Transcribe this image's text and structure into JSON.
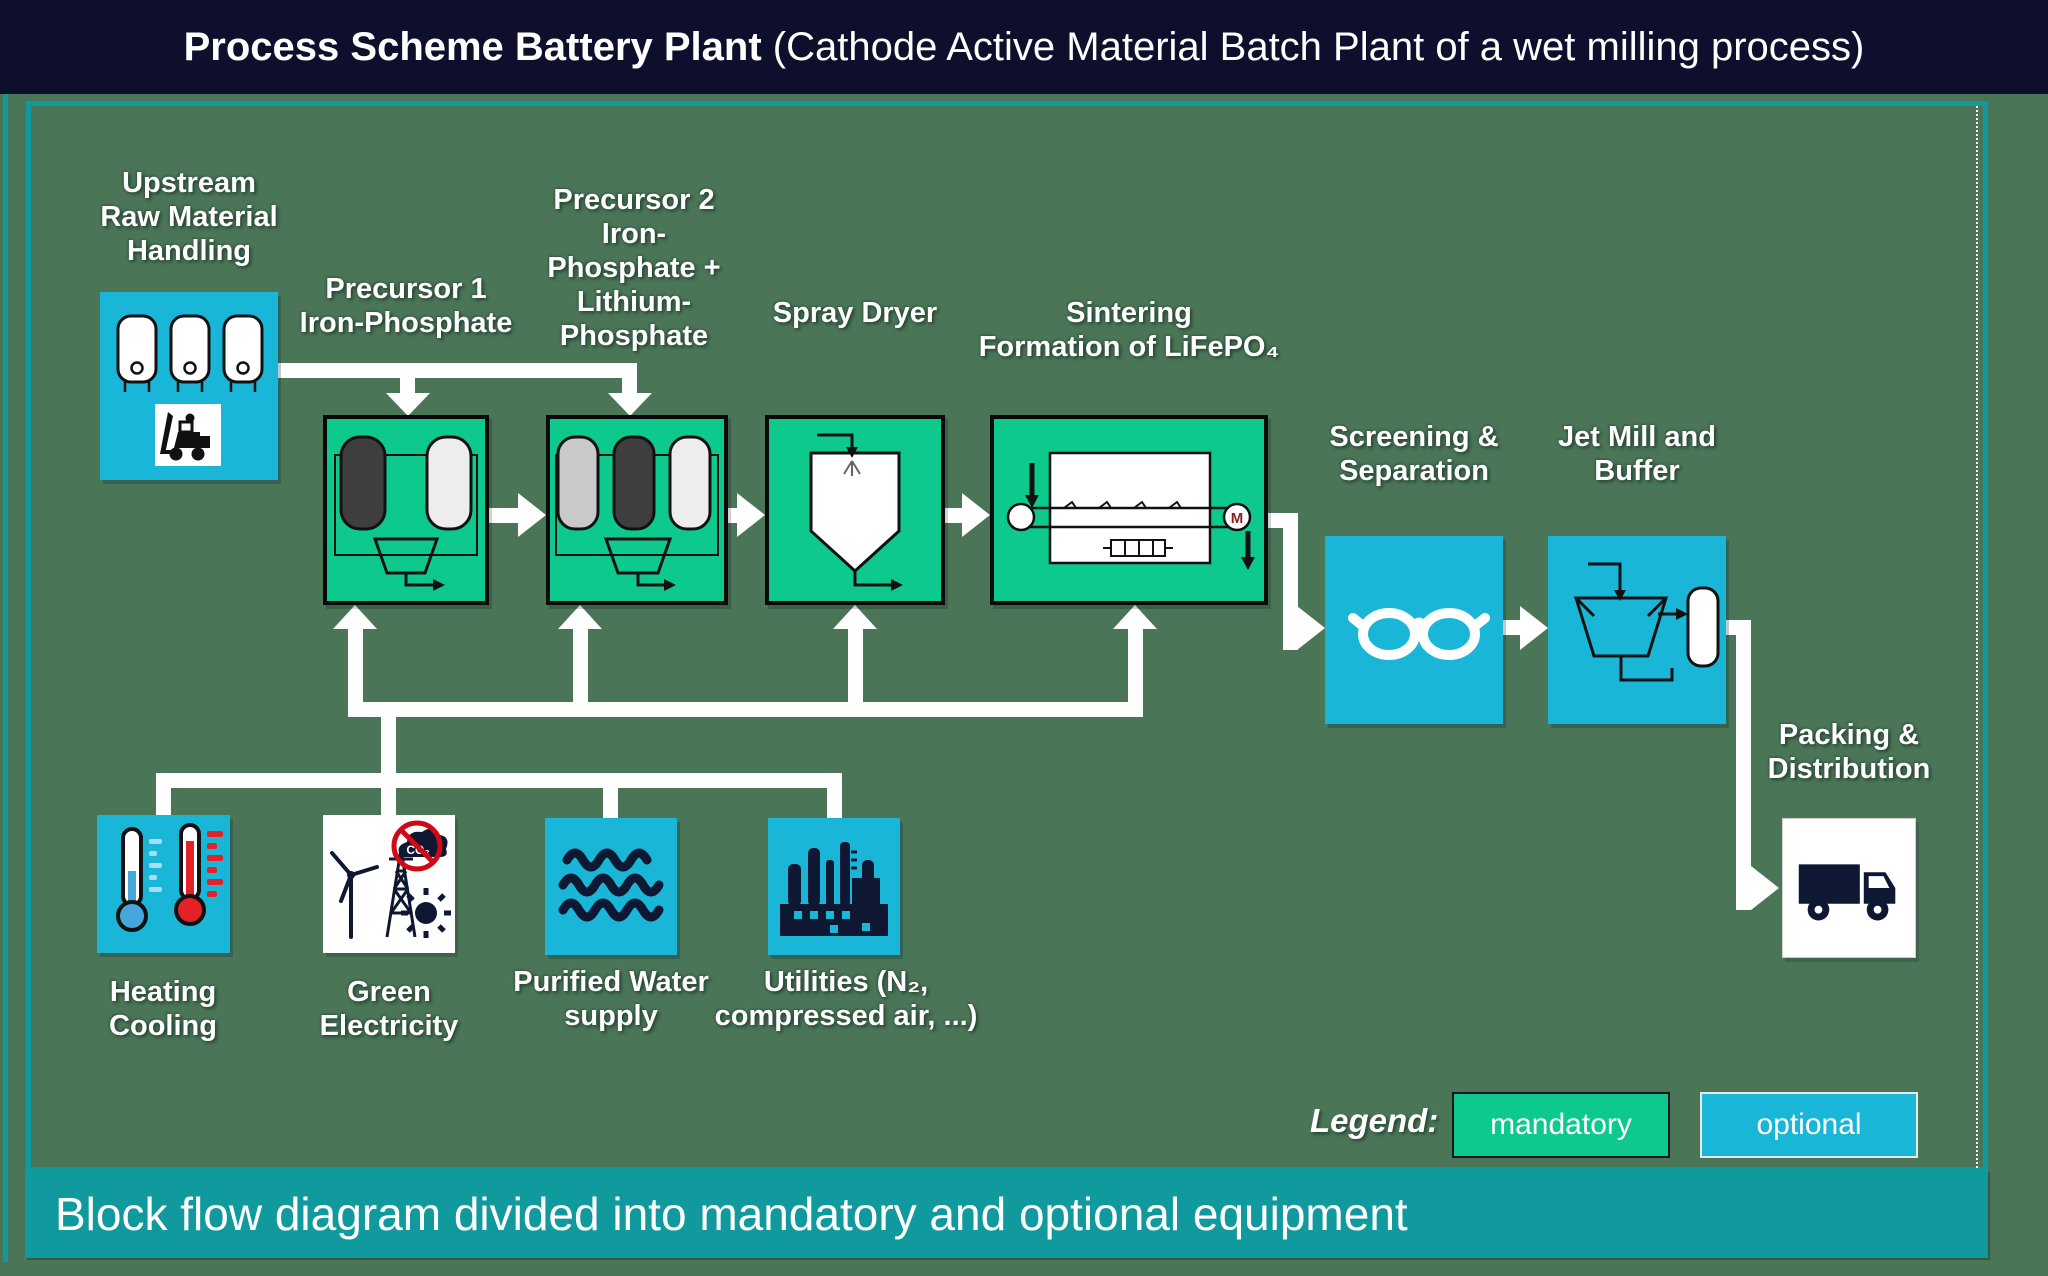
{
  "title": {
    "bold": "Process Scheme Battery Plant",
    "paren": " (Cathode Active Material Batch Plant of a wet milling process)"
  },
  "caption": "Block flow diagram divided into mandatory and optional equipment",
  "legend": {
    "title": "Legend:",
    "mandatory_label": "mandatory",
    "optional_label": "optional"
  },
  "colors": {
    "mandatory_green": "#0dc98e",
    "optional_cyan": "#1ab6d8",
    "teal_frame": "#119a9e",
    "title_navy": "#0e0e2d",
    "slide_background": "#4a7557",
    "icon_navy": "#0f1833",
    "hot_red": "#e32227",
    "cold_blue": "#45a7d9"
  },
  "blocks": {
    "upstream": {
      "label": "Upstream\nRaw Material\nHandling",
      "type": "optional",
      "icon": "storage-tanks-and-forklift-icon"
    },
    "precursor1": {
      "label": "Precursor 1\nIron-Phosphate",
      "type": "mandatory",
      "icon": "two-tanks-mixer-icon"
    },
    "precursor2": {
      "label": "Precursor 2\nIron-\nPhosphate +\nLithium-\nPhosphate",
      "type": "mandatory",
      "icon": "three-tanks-mixer-icon"
    },
    "spray_dryer": {
      "label": "Spray Dryer",
      "type": "mandatory",
      "icon": "spray-dryer-vessel-icon"
    },
    "sintering": {
      "label": "Sintering\nFormation of LiFePO₄",
      "type": "mandatory",
      "icon": "belt-furnace-icon",
      "motor_letter": "M"
    },
    "screening": {
      "label": "Screening &\nSeparation",
      "type": "optional",
      "icon": "glasses-icon"
    },
    "jet_mill": {
      "label": "Jet Mill and\nBuffer",
      "type": "optional",
      "icon": "mill-and-buffer-tank-icon"
    },
    "packing": {
      "label": "Packing &\nDistribution",
      "type": "optional",
      "icon": "truck-icon"
    },
    "heating_cooling": {
      "label": "Heating\nCooling",
      "type": "optional",
      "icon": "thermometers-icon"
    },
    "green_electricity": {
      "label": "Green\nElectricity",
      "type": "optional",
      "icon": "wind-pylon-sun-no-co2-icon",
      "co2_text": "CO₂"
    },
    "purified_water": {
      "label": "Purified Water\nsupply",
      "type": "optional",
      "icon": "water-waves-icon"
    },
    "utilities": {
      "label": "Utilities (N₂,\ncompressed air, ...)",
      "type": "optional",
      "icon": "factory-icon"
    }
  }
}
